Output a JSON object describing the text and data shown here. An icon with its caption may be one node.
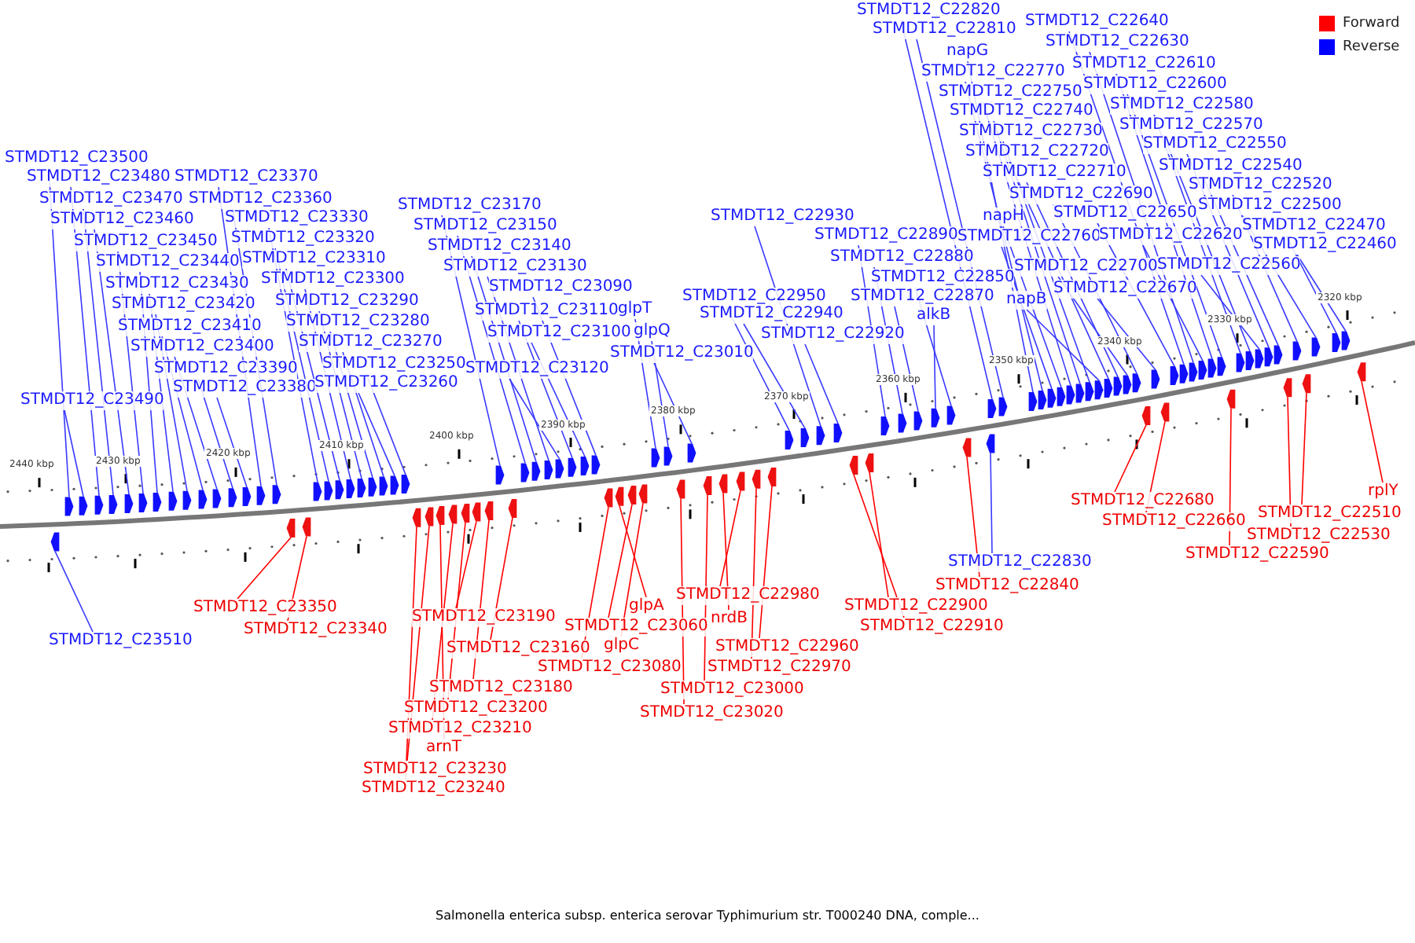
{
  "diagram": {
    "caption": "Salmonella enterica subsp. enterica serovar Typhimurium str. T000240 DNA, comple...",
    "nodes": [
      {
        "text": [
          "STMDT12_C23500"
        ]
      },
      {
        "text": [
          "STMDT12_C23480"
        ]
      },
      {
        "text": [
          "STMDT12_C23370"
        ]
      },
      {
        "text": [
          "STMDT12_C23470"
        ]
      },
      {
        "text": [
          "STMDT12_C23360"
        ]
      },
      {
        "text": [
          "STMDT12_C23460"
        ]
      },
      {
        "text": [
          "STMDT12_C23330"
        ]
      },
      {
        "text": [
          "STMDT12_C23450"
        ]
      },
      {
        "text": [
          "STMDT12_C23320"
        ]
      },
      {
        "text": [
          "STMDT12_C23440"
        ]
      },
      {
        "text": [
          "STMDT12_C23310"
        ]
      },
      {
        "text": [
          "STMDT12_C23430"
        ]
      },
      {
        "text": [
          "STMDT12_C23300"
        ]
      },
      {
        "text": [
          "STMDT12_C23420"
        ]
      },
      {
        "text": [
          "STMDT12_C23290"
        ]
      },
      {
        "text": [
          "STMDT12_C23410"
        ]
      },
      {
        "text": [
          "STMDT12_C23280"
        ]
      },
      {
        "text": [
          "STMDT12_C23400"
        ]
      },
      {
        "text": [
          "STMDT12_C23270"
        ]
      },
      {
        "text": [
          "STMDT12_C23390"
        ]
      },
      {
        "text": [
          "STMDT12_C23250"
        ]
      },
      {
        "text": [
          "STMDT12_C23380"
        ]
      },
      {
        "text": [
          "STMDT12_C23260"
        ]
      },
      {
        "text": [
          "STMDT12_C23490"
        ]
      },
      {
        "text": [
          "STMDT12_C23170"
        ]
      },
      {
        "text": [
          "STMDT12_C23150"
        ]
      },
      {
        "text": [
          "STMDT12_C23140"
        ]
      },
      {
        "text": [
          "STMDT12_C23130"
        ]
      },
      {
        "text": [
          "STMDT12_C23090"
        ]
      },
      {
        "text": [
          "STMDT12_C23110"
        ]
      },
      {
        "text": [
          "glpT"
        ]
      },
      {
        "text": [
          "STMDT12_C23100"
        ]
      },
      {
        "text": [
          "glpQ"
        ]
      },
      {
        "text": [
          "STMDT12_C23010"
        ]
      },
      {
        "text": [
          "STMDT12_C23120"
        ]
      },
      {
        "text": [
          "STMDT12_C22930"
        ]
      },
      {
        "text": [
          "STMDT12_C22950"
        ]
      },
      {
        "text": [
          "STMDT12_C22940"
        ]
      },
      {
        "text": [
          "STMDT12_C22920"
        ]
      },
      {
        "text": [
          "STMDT12_C22890"
        ]
      },
      {
        "text": [
          "STMDT12_C22880"
        ]
      },
      {
        "text": [
          "STMDT12_C22850"
        ]
      },
      {
        "text": [
          "STMDT12_C22870"
        ]
      },
      {
        "text": [
          "alkB"
        ]
      },
      {
        "text": [
          "STMDT12_C22820"
        ]
      },
      {
        "text": [
          "STMDT12_C22810"
        ]
      },
      {
        "text": [
          "STMDT12_C22640"
        ]
      },
      {
        "text": [
          "STMDT12_C22630"
        ]
      },
      {
        "text": [
          "napG"
        ]
      },
      {
        "text": [
          "STMDT12_C22610"
        ]
      },
      {
        "text": [
          "STMDT12_C22770"
        ]
      },
      {
        "text": [
          "STMDT12_C22600"
        ]
      },
      {
        "text": [
          "STMDT12_C22750"
        ]
      },
      {
        "text": [
          "STMDT12_C22580"
        ]
      },
      {
        "text": [
          "STMDT12_C22740"
        ]
      },
      {
        "text": [
          "STMDT12_C22570"
        ]
      },
      {
        "text": [
          "STMDT12_C22730"
        ]
      },
      {
        "text": [
          "STMDT12_C22550"
        ]
      },
      {
        "text": [
          "STMDT12_C22720"
        ]
      },
      {
        "text": [
          "STMDT12_C22540"
        ]
      },
      {
        "text": [
          "STMDT12_C22710"
        ]
      },
      {
        "text": [
          "STMDT12_C22520"
        ]
      },
      {
        "text": [
          "STMDT12_C22690"
        ]
      },
      {
        "text": [
          "STMDT12_C22500"
        ]
      },
      {
        "text": [
          "STMDT12_C22650"
        ]
      },
      {
        "text": [
          "napH"
        ]
      },
      {
        "text": [
          "STMDT12_C22470"
        ]
      },
      {
        "text": [
          "STMDT12_C22760"
        ]
      },
      {
        "text": [
          "STMDT12_C22620"
        ]
      },
      {
        "text": [
          "STMDT12_C22460"
        ]
      },
      {
        "text": [
          "STMDT12_C22700"
        ]
      },
      {
        "text": [
          "STMDT12_C22560"
        ]
      },
      {
        "text": [
          "STMDT12_C22670"
        ]
      },
      {
        "text": [
          "napB"
        ]
      },
      {
        "text": [
          "rplY"
        ]
      },
      {
        "text": [
          "STMDT12_C22680"
        ]
      },
      {
        "text": [
          "STMDT12_C22510"
        ]
      },
      {
        "text": [
          "STMDT12_C22660"
        ]
      },
      {
        "text": [
          "STMDT12_C22530"
        ]
      },
      {
        "text": [
          "STMDT12_C22590"
        ]
      },
      {
        "text": [
          "STMDT12_C22830"
        ]
      },
      {
        "text": [
          "STMDT12_C22840"
        ]
      },
      {
        "text": [
          "STMDT12_C22980"
        ]
      },
      {
        "text": [
          "glpA"
        ]
      },
      {
        "text": [
          "STMDT12_C22900"
        ]
      },
      {
        "text": [
          "STMDT12_C23350"
        ]
      },
      {
        "text": [
          "STMDT12_C23190"
        ]
      },
      {
        "text": [
          "nrdB"
        ]
      },
      {
        "text": [
          "STMDT12_C23060"
        ]
      },
      {
        "text": [
          "STMDT12_C22910"
        ]
      },
      {
        "text": [
          "STMDT12_C23340"
        ]
      },
      {
        "text": [
          "STMDT12_C23510"
        ]
      },
      {
        "text": [
          "glpC"
        ]
      },
      {
        "text": [
          "STMDT12_C22960"
        ]
      },
      {
        "text": [
          "STMDT12_C23160"
        ]
      },
      {
        "text": [
          "STMDT12_C23080"
        ]
      },
      {
        "text": [
          "STMDT12_C22970"
        ]
      },
      {
        "text": [
          "STMDT12_C23180"
        ]
      },
      {
        "text": [
          "STMDT12_C23000"
        ]
      },
      {
        "text": [
          "STMDT12_C23200"
        ]
      },
      {
        "text": [
          "STMDT12_C23020"
        ]
      },
      {
        "text": [
          "STMDT12_C23210"
        ]
      },
      {
        "text": [
          "arnT"
        ]
      },
      {
        "text": [
          "STMDT12_C23230"
        ]
      },
      {
        "text": [
          "STMDT12_C23240"
        ]
      },
      {
        "text": [],
        "shape": "arrow"
      },
      {
        "text": [],
        "shape": "arrow"
      },
      {
        "text": [],
        "shape": "arrow"
      },
      {
        "text": [],
        "shape": "arrow"
      },
      {
        "text": [],
        "shape": "arrow"
      },
      {
        "text": [],
        "shape": "arrow"
      },
      {
        "text": [],
        "shape": "arrow"
      },
      {
        "text": [],
        "shape": "arrow"
      },
      {
        "text": [],
        "shape": "arrow"
      },
      {
        "text": [],
        "shape": "arrow"
      },
      {
        "text": [],
        "shape": "arrow"
      },
      {
        "text": [],
        "shape": "arrow"
      },
      {
        "text": [],
        "shape": "arrow"
      },
      {
        "text": [],
        "shape": "arrow"
      },
      {
        "text": [],
        "shape": "arrow"
      },
      {
        "text": [],
        "shape": "arrow"
      },
      {
        "text": [],
        "shape": "arrow"
      },
      {
        "text": [],
        "shape": "arrow"
      },
      {
        "text": [],
        "shape": "arrow"
      },
      {
        "text": [],
        "shape": "arrow"
      },
      {
        "text": [],
        "shape": "arrow"
      },
      {
        "text": [],
        "shape": "arrow"
      },
      {
        "text": [],
        "shape": "arrow"
      },
      {
        "text": [],
        "shape": "arrow"
      },
      {
        "text": [],
        "shape": "arrow"
      },
      {
        "text": [],
        "shape": "arrow"
      },
      {
        "text": [],
        "shape": "arrow"
      },
      {
        "text": [],
        "shape": "arrow"
      },
      {
        "text": [],
        "shape": "arrow"
      },
      {
        "text": [],
        "shape": "arrow"
      },
      {
        "text": [],
        "shape": "arrow"
      },
      {
        "text": [],
        "shape": "arrow"
      },
      {
        "text": [],
        "shape": "arrow"
      },
      {
        "text": [],
        "shape": "arrow"
      },
      {
        "text": [],
        "shape": "arrow"
      },
      {
        "text": [],
        "shape": "arrow"
      },
      {
        "text": [],
        "shape": "arrow"
      },
      {
        "text": [],
        "shape": "arrow"
      },
      {
        "text": [],
        "shape": "arrow"
      },
      {
        "text": [],
        "shape": "arrow"
      },
      {
        "text": [],
        "shape": "arrow"
      },
      {
        "text": [],
        "shape": "arrow"
      },
      {
        "text": [],
        "shape": "arrow"
      },
      {
        "text": [],
        "shape": "arrow"
      },
      {
        "text": [],
        "shape": "arrow"
      },
      {
        "text": [],
        "shape": "arrow"
      },
      {
        "text": [],
        "shape": "arrow"
      },
      {
        "text": [],
        "shape": "arrow"
      },
      {
        "text": [],
        "shape": "arrow"
      },
      {
        "text": [],
        "shape": "arrow"
      },
      {
        "text": [],
        "shape": "arrow"
      },
      {
        "text": [],
        "shape": "arrow"
      },
      {
        "text": [],
        "shape": "arrow"
      },
      {
        "text": [],
        "shape": "arrow"
      },
      {
        "text": [],
        "shape": "arrow"
      },
      {
        "text": [],
        "shape": "arrow"
      },
      {
        "text": [],
        "shape": "arrow"
      },
      {
        "text": [],
        "shape": "arrow"
      },
      {
        "text": [],
        "shape": "arrow"
      },
      {
        "text": [],
        "shape": "arrow"
      },
      {
        "text": [],
        "shape": "arrow"
      },
      {
        "text": [],
        "shape": "arrow"
      },
      {
        "text": [],
        "shape": "arrow"
      },
      {
        "text": [],
        "shape": "arrow"
      },
      {
        "text": [],
        "shape": "arrow"
      },
      {
        "text": [],
        "shape": "arrow"
      },
      {
        "text": [],
        "shape": "arrow"
      },
      {
        "text": [],
        "shape": "arrow"
      },
      {
        "text": [],
        "shape": "arrow"
      },
      {
        "text": [],
        "shape": "arrow"
      },
      {
        "text": [],
        "shape": "arrow"
      },
      {
        "text": [],
        "shape": "arrow"
      },
      {
        "text": [],
        "shape": "arrow"
      },
      {
        "text": [],
        "shape": "arrow"
      },
      {
        "text": [],
        "shape": "arrow"
      },
      {
        "text": [],
        "shape": "arrow"
      },
      {
        "text": [],
        "shape": "arrow"
      },
      {
        "text": [],
        "shape": "arrow"
      },
      {
        "text": [],
        "shape": "arrow"
      },
      {
        "text": [],
        "shape": "arrow"
      },
      {
        "text": [],
        "shape": "arrow"
      },
      {
        "text": [],
        "shape": "arrow"
      },
      {
        "text": [],
        "shape": "arrow"
      },
      {
        "text": [],
        "shape": "arrow"
      },
      {
        "text": [],
        "shape": "arrow"
      },
      {
        "text": [],
        "shape": "arrow"
      },
      {
        "text": [],
        "shape": "arrow"
      },
      {
        "text": [],
        "shape": "arrow"
      },
      {
        "text": [],
        "shape": "arrow"
      },
      {
        "text": [],
        "shape": "arrow"
      },
      {
        "text": [],
        "shape": "arrow"
      },
      {
        "text": [],
        "shape": "arrow"
      },
      {
        "text": [],
        "shape": "arrow"
      },
      {
        "text": [],
        "shape": "arrow"
      },
      {
        "text": [],
        "shape": "arrow"
      },
      {
        "text": [],
        "shape": "arrow"
      },
      {
        "text": [],
        "shape": "arrow"
      },
      {
        "text": [],
        "shape": "arrow"
      },
      {
        "text": [],
        "shape": "arrow"
      },
      {
        "text": [],
        "shape": "arrow"
      },
      {
        "text": [],
        "shape": "arrow"
      },
      {
        "text": [],
        "shape": "arrow"
      },
      {
        "text": [],
        "shape": "arrow"
      },
      {
        "text": [],
        "shape": "arrow"
      },
      {
        "text": [],
        "shape": "arrow"
      }
    ],
    "edges": [
      {
        "from": 0,
        "to": 106,
        "arrow": "none"
      },
      {
        "from": 1,
        "to": 108,
        "arrow": "none"
      },
      {
        "from": 2,
        "to": 119,
        "arrow": "none"
      },
      {
        "from": 3,
        "to": 109,
        "arrow": "none"
      },
      {
        "from": 4,
        "to": 120,
        "arrow": "none"
      },
      {
        "from": 5,
        "to": 110,
        "arrow": "none"
      },
      {
        "from": 6,
        "to": 123,
        "arrow": "none"
      },
      {
        "from": 7,
        "to": 111,
        "arrow": "none"
      },
      {
        "from": 8,
        "to": 124,
        "arrow": "none"
      },
      {
        "from": 9,
        "to": 112,
        "arrow": "none"
      },
      {
        "from": 10,
        "to": 125,
        "arrow": "none"
      },
      {
        "from": 11,
        "to": 113,
        "arrow": "none"
      },
      {
        "from": 12,
        "to": 126,
        "arrow": "none"
      },
      {
        "from": 13,
        "to": 114,
        "arrow": "none"
      },
      {
        "from": 14,
        "to": 127,
        "arrow": "none"
      },
      {
        "from": 15,
        "to": 115,
        "arrow": "none"
      },
      {
        "from": 16,
        "to": 128,
        "arrow": "none"
      },
      {
        "from": 17,
        "to": 116,
        "arrow": "none"
      },
      {
        "from": 18,
        "to": 129,
        "arrow": "none"
      },
      {
        "from": 19,
        "to": 117,
        "arrow": "none"
      },
      {
        "from": 20,
        "to": 131,
        "arrow": "none"
      },
      {
        "from": 21,
        "to": 118,
        "arrow": "none"
      },
      {
        "from": 22,
        "to": 130,
        "arrow": "none"
      },
      {
        "from": 23,
        "to": 107,
        "arrow": "none"
      },
      {
        "from": 24,
        "to": 139,
        "arrow": "none"
      },
      {
        "from": 25,
        "to": 141,
        "arrow": "none"
      },
      {
        "from": 26,
        "to": 142,
        "arrow": "none"
      },
      {
        "from": 27,
        "to": 143,
        "arrow": "none"
      },
      {
        "from": 28,
        "to": 147,
        "arrow": "none"
      },
      {
        "from": 29,
        "to": 145,
        "arrow": "none"
      },
      {
        "from": 30,
        "to": 152,
        "arrow": "none"
      },
      {
        "from": 31,
        "to": 146,
        "arrow": "none"
      },
      {
        "from": 32,
        "to": 153,
        "arrow": "none"
      },
      {
        "from": 33,
        "to": 155,
        "arrow": "none"
      },
      {
        "from": 34,
        "to": 144,
        "arrow": "none"
      },
      {
        "from": 35,
        "to": 163,
        "arrow": "none"
      },
      {
        "from": 36,
        "to": 161,
        "arrow": "none"
      },
      {
        "from": 37,
        "to": 162,
        "arrow": "none"
      },
      {
        "from": 38,
        "to": 164,
        "arrow": "none"
      },
      {
        "from": 39,
        "to": 167,
        "arrow": "none"
      },
      {
        "from": 40,
        "to": 168,
        "arrow": "none"
      },
      {
        "from": 41,
        "to": 171,
        "arrow": "none"
      },
      {
        "from": 42,
        "to": 169,
        "arrow": "none"
      },
      {
        "from": 43,
        "to": 170,
        "arrow": "none"
      },
      {
        "from": 44,
        "to": 174,
        "arrow": "none"
      },
      {
        "from": 45,
        "to": 175,
        "arrow": "none"
      },
      {
        "from": 46,
        "to": 192,
        "arrow": "none"
      },
      {
        "from": 47,
        "to": 193,
        "arrow": "none"
      },
      {
        "from": 48,
        "to": 176,
        "arrow": "none"
      },
      {
        "from": 49,
        "to": 195,
        "arrow": "none"
      },
      {
        "from": 50,
        "to": 177,
        "arrow": "none"
      },
      {
        "from": 51,
        "to": 196,
        "arrow": "none"
      },
      {
        "from": 52,
        "to": 180,
        "arrow": "none"
      },
      {
        "from": 53,
        "to": 198,
        "arrow": "none"
      },
      {
        "from": 54,
        "to": 181,
        "arrow": "none"
      },
      {
        "from": 55,
        "to": 199,
        "arrow": "none"
      },
      {
        "from": 56,
        "to": 182,
        "arrow": "none"
      },
      {
        "from": 57,
        "to": 201,
        "arrow": "none"
      },
      {
        "from": 58,
        "to": 184,
        "arrow": "none"
      },
      {
        "from": 59,
        "to": 202,
        "arrow": "none"
      },
      {
        "from": 60,
        "to": 185,
        "arrow": "none"
      },
      {
        "from": 61,
        "to": 204,
        "arrow": "none"
      },
      {
        "from": 62,
        "to": 187,
        "arrow": "none"
      },
      {
        "from": 63,
        "to": 206,
        "arrow": "none"
      },
      {
        "from": 64,
        "to": 191,
        "arrow": "none"
      },
      {
        "from": 65,
        "to": 179,
        "arrow": "none"
      },
      {
        "from": 66,
        "to": 207,
        "arrow": "none"
      },
      {
        "from": 67,
        "to": 178,
        "arrow": "none"
      },
      {
        "from": 68,
        "to": 194,
        "arrow": "none"
      },
      {
        "from": 69,
        "to": 208,
        "arrow": "none"
      },
      {
        "from": 70,
        "to": 186,
        "arrow": "none"
      },
      {
        "from": 71,
        "to": 200,
        "arrow": "none"
      },
      {
        "from": 72,
        "to": 189,
        "arrow": "none"
      },
      {
        "from": 73,
        "to": 183,
        "arrow": "none"
      },
      {
        "from": 74,
        "to": 209,
        "arrow": "none",
        "color": "#ff0000"
      },
      {
        "from": 75,
        "to": 188,
        "arrow": "none",
        "color": "#ff0000"
      },
      {
        "from": 76,
        "to": 205,
        "arrow": "none",
        "color": "#ff0000"
      },
      {
        "from": 77,
        "to": 190,
        "arrow": "none",
        "color": "#ff0000"
      },
      {
        "from": 78,
        "to": 203,
        "arrow": "none",
        "color": "#ff0000"
      },
      {
        "from": 79,
        "to": 197,
        "arrow": "none",
        "color": "#ff0000"
      },
      {
        "from": 80,
        "to": 173,
        "arrow": "none"
      },
      {
        "from": 81,
        "to": 172,
        "arrow": "none",
        "color": "#ff0000"
      },
      {
        "from": 82,
        "to": 158,
        "arrow": "none",
        "color": "#ff0000"
      },
      {
        "from": 83,
        "to": 149,
        "arrow": "none",
        "color": "#ff0000"
      },
      {
        "from": 84,
        "to": 166,
        "arrow": "none",
        "color": "#ff0000"
      },
      {
        "from": 85,
        "to": 121,
        "arrow": "none",
        "color": "#ff0000"
      },
      {
        "from": 86,
        "to": 137,
        "arrow": "none",
        "color": "#ff0000"
      },
      {
        "from": 87,
        "to": 157,
        "arrow": "none",
        "color": "#ff0000"
      },
      {
        "from": 88,
        "to": 150,
        "arrow": "none",
        "color": "#ff0000"
      },
      {
        "from": 89,
        "to": 165,
        "arrow": "none",
        "color": "#ff0000"
      },
      {
        "from": 90,
        "to": 122,
        "arrow": "none",
        "color": "#ff0000"
      },
      {
        "from": 91,
        "to": 105,
        "arrow": "none"
      },
      {
        "from": 92,
        "to": 151,
        "arrow": "none",
        "color": "#ff0000"
      },
      {
        "from": 93,
        "to": 160,
        "arrow": "none",
        "color": "#ff0000"
      },
      {
        "from": 94,
        "to": 140,
        "arrow": "none",
        "color": "#ff0000"
      },
      {
        "from": 95,
        "to": 148,
        "arrow": "none",
        "color": "#ff0000"
      },
      {
        "from": 96,
        "to": 159,
        "arrow": "none",
        "color": "#ff0000"
      },
      {
        "from": 97,
        "to": 138,
        "arrow": "none",
        "color": "#ff0000"
      },
      {
        "from": 98,
        "to": 156,
        "arrow": "none",
        "color": "#ff0000"
      },
      {
        "from": 99,
        "to": 136,
        "arrow": "none",
        "color": "#ff0000"
      },
      {
        "from": 100,
        "to": 154,
        "arrow": "none",
        "color": "#ff0000"
      },
      {
        "from": 101,
        "to": 135,
        "arrow": "none",
        "color": "#ff0000"
      },
      {
        "from": 102,
        "to": 134,
        "arrow": "none",
        "color": "#ff0000"
      },
      {
        "from": 103,
        "to": 133,
        "arrow": "none",
        "color": "#ff0000"
      },
      {
        "from": 104,
        "to": 132,
        "arrow": "none",
        "color": "#ff0000"
      }
    ],
    "labels": [
      "2320 kbp",
      "2330 kbp",
      "2340 kbp",
      "2350 kbp",
      "2360 kbp",
      "2370 kbp",
      "2380 kbp",
      "2390 kbp",
      "2400 kbp",
      "2410 kbp",
      "2420 kbp",
      "2430 kbp",
      "2440 kbp"
    ],
    "legend": [
      {
        "text": "Forward",
        "color": "#ff0000"
      },
      {
        "text": "Reverse",
        "color": "#0000ff"
      }
    ]
  }
}
